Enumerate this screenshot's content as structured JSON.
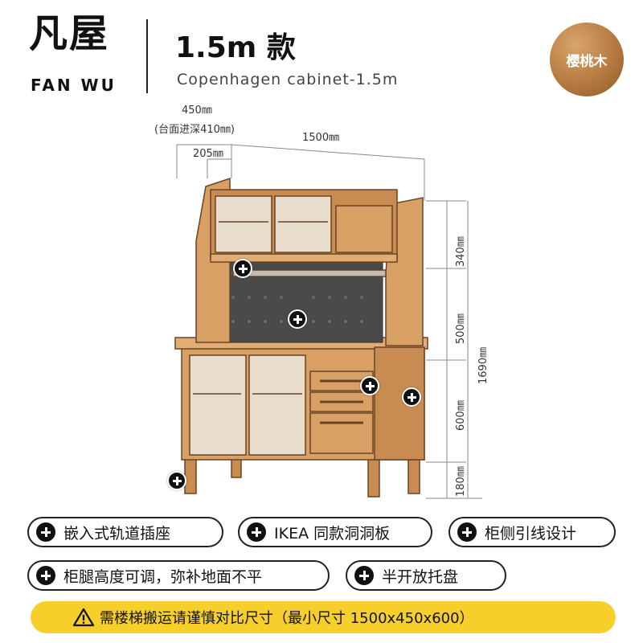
{
  "brand": {
    "name_cn": "凡屋",
    "name_en": "FAN WU"
  },
  "product": {
    "title": "1.5m 款",
    "subtitle": "Copenhagen cabinet-1.5m"
  },
  "material": {
    "label": "樱桃木",
    "color": "#b57a40"
  },
  "dimensions": {
    "depth": "450㎜",
    "countertop_depth": "(台面进深410㎜)",
    "upper_depth": "205㎜",
    "width": "1500㎜",
    "upper_height": "340㎜",
    "pegboard_height": "500㎜",
    "base_height": "600㎜",
    "leg_height": "180㎜",
    "total_height": "1690㎜"
  },
  "features": [
    {
      "label": "嵌入式轨道插座"
    },
    {
      "label": "IKEA 同款洞洞板"
    },
    {
      "label": "柜侧引线设计"
    },
    {
      "label": "柜腿高度可调，弥补地面不平"
    },
    {
      "label": "半开放托盘"
    }
  ],
  "warning": {
    "text": "需楼梯搬运请谨慎对比尺寸（最小尺寸 1500x450x600）"
  },
  "colors": {
    "wood": "#d9a066",
    "wood_dark": "#b9804a",
    "pegboard": "#4a4a4a",
    "warning_bg": "#f6cf2a",
    "glass": "#e8dccd"
  }
}
